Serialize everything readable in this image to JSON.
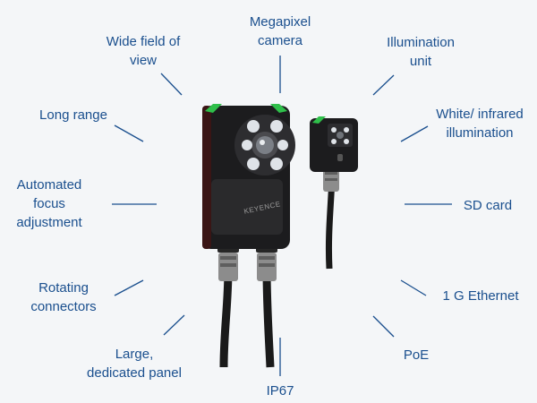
{
  "features": {
    "wide_field_of_view": "Wide field of\nview",
    "megapixel_camera": "Megapixel\ncamera",
    "illumination_unit": "Illumination\nunit",
    "long_range": "Long range",
    "white_infrared": "White/ infrared\nillumination",
    "automated_focus": "Automated\nfocus\nadjustment",
    "sd_card": "SD card",
    "rotating_connectors": "Rotating\nconnectors",
    "gigabit_ethernet": "1 G Ethernet",
    "large_panel": "Large,\ndedicated panel",
    "poe": "PoE",
    "ip67": "IP67"
  },
  "product": {
    "brand_mark": "KEYENCE"
  },
  "colors": {
    "label": "#1a4f8e",
    "leader": "#1a4f8e",
    "body": "#1c1c1e",
    "accent_green": "#2fbf4a"
  }
}
